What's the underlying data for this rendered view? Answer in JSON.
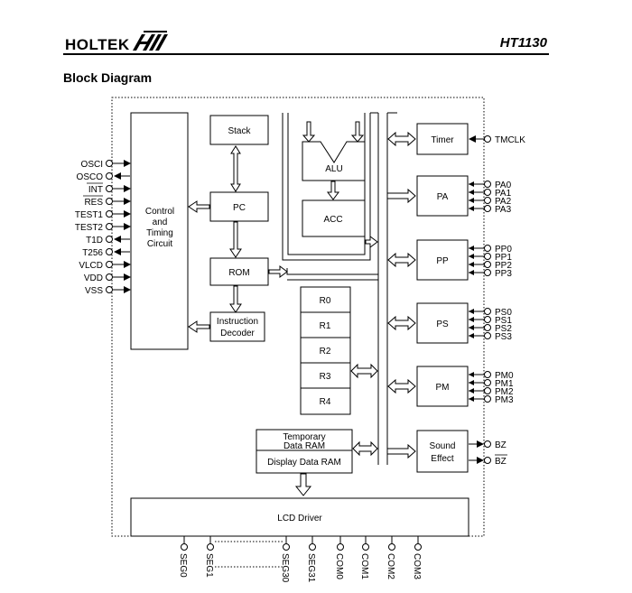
{
  "header": {
    "logo_text": "HOLTEK",
    "part_number": "HT1130"
  },
  "section_title": "Block Diagram",
  "blocks": {
    "control": [
      "Control",
      "and",
      "Timing",
      "Circuit"
    ],
    "stack": "Stack",
    "pc": "PC",
    "rom": "ROM",
    "decoder": [
      "Instruction",
      "Decoder"
    ],
    "alu": "ALU",
    "acc": "ACC",
    "registers": [
      "R0",
      "R1",
      "R2",
      "R3",
      "R4"
    ],
    "temp_ram": [
      "Temporary",
      "Data RAM"
    ],
    "display_ram": "Display Data RAM",
    "lcd_driver": "LCD Driver",
    "timer": "Timer",
    "pa": "PA",
    "pp": "PP",
    "ps": "PS",
    "pm": "PM",
    "sound": [
      "Sound",
      "Effect"
    ]
  },
  "left_pins": [
    "OSCI",
    "OSCO",
    "INT",
    "RES",
    "TEST1",
    "TEST2",
    "T1D",
    "T256",
    "VLCD",
    "VDD",
    "VSS"
  ],
  "right_pins": {
    "timer": [
      "TMCLK"
    ],
    "pa": [
      "PA0",
      "PA1",
      "PA2",
      "PA3"
    ],
    "pp": [
      "PP0",
      "PP1",
      "PP2",
      "PP3"
    ],
    "ps": [
      "PS0",
      "PS1",
      "PS2",
      "PS3"
    ],
    "pm": [
      "PM0",
      "PM1",
      "PM2",
      "PM3"
    ],
    "sound": [
      "BZ",
      "BZ"
    ]
  },
  "bottom_pins": [
    "SEG0",
    "SEG1",
    "SEG30",
    "SEG31",
    "COM0",
    "COM1",
    "COM2",
    "COM3"
  ]
}
